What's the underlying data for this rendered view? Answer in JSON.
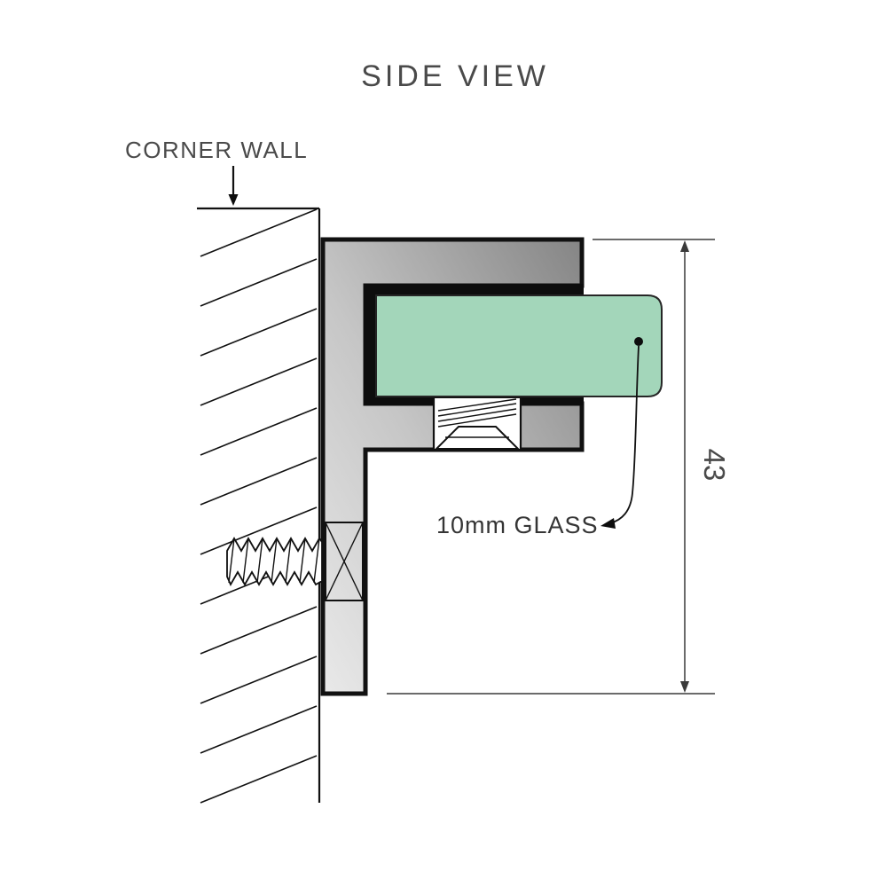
{
  "title": "SIDE VIEW",
  "labels": {
    "wall": "CORNER WALL",
    "glass": "10mm GLASS",
    "dimension": "43"
  },
  "colors": {
    "text": "#4a4a4a",
    "text-dark": "#353535",
    "line": "#111111",
    "gasket": "#0d0d0d",
    "glass-green": "#a3d6ba",
    "metal-dark": "#858585",
    "metal-mid": "#c6c6c6",
    "metal-light": "#e9e9e9"
  }
}
